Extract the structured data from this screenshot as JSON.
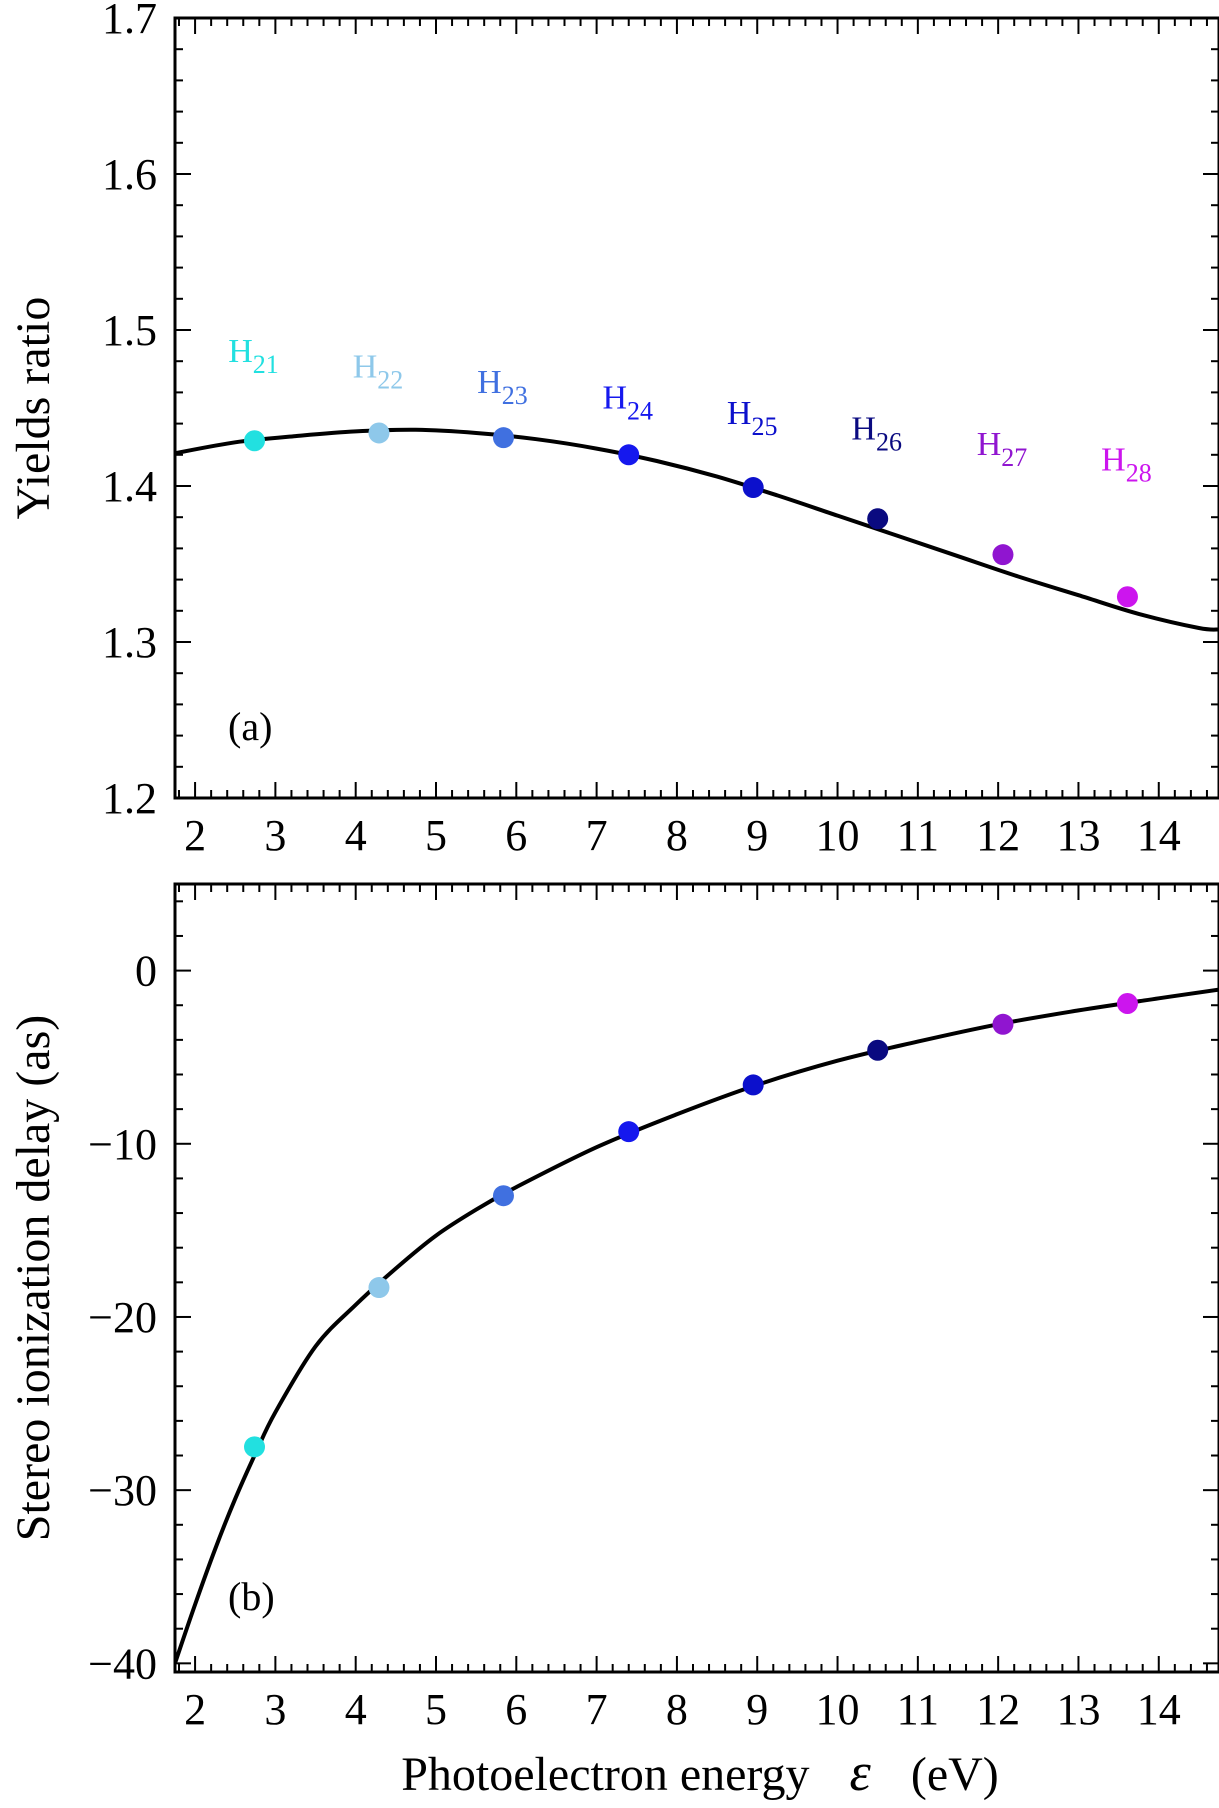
{
  "figure": {
    "xlabel": "Photoelectron energy",
    "xlabel_symbol": "ε",
    "xlabel_unit": "(eV)"
  },
  "chart_data": [
    {
      "type": "scatter",
      "panel": "(a)",
      "ylabel": "Yields ratio",
      "xlim": [
        1.75,
        14.75
      ],
      "ylim": [
        1.2,
        1.7
      ],
      "xticks": [
        2,
        3,
        4,
        5,
        6,
        7,
        8,
        9,
        10,
        11,
        12,
        13,
        14
      ],
      "yticks": [
        1.2,
        1.3,
        1.4,
        1.5,
        1.6,
        1.7
      ],
      "ytick_labels": [
        "1.2",
        "1.3",
        "1.4",
        "1.5",
        "1.6",
        "1.7"
      ],
      "points": [
        {
          "x": 2.74,
          "y": 1.429,
          "color": "#22e0e0",
          "label": "H",
          "sub": "21"
        },
        {
          "x": 4.29,
          "y": 1.434,
          "color": "#8ec8ea",
          "label": "H",
          "sub": "22"
        },
        {
          "x": 5.84,
          "y": 1.431,
          "color": "#4070e0",
          "label": "H",
          "sub": "23"
        },
        {
          "x": 7.4,
          "y": 1.42,
          "color": "#1518ee",
          "label": "H",
          "sub": "24"
        },
        {
          "x": 8.95,
          "y": 1.399,
          "color": "#0c10cc",
          "label": "H",
          "sub": "25"
        },
        {
          "x": 10.5,
          "y": 1.379,
          "color": "#0a0a80",
          "label": "H",
          "sub": "26"
        },
        {
          "x": 12.06,
          "y": 1.356,
          "color": "#9015d0",
          "label": "H",
          "sub": "27"
        },
        {
          "x": 13.61,
          "y": 1.329,
          "color": "#cc15ee",
          "label": "H",
          "sub": "28"
        }
      ],
      "curve": {
        "x": [
          1.75,
          2.5,
          3.25,
          4.0,
          4.75,
          5.5,
          6.25,
          7.0,
          7.75,
          8.5,
          9.25,
          10.0,
          10.75,
          11.5,
          12.25,
          13.0,
          13.75,
          14.5,
          14.75
        ],
        "y": [
          1.421,
          1.428,
          1.432,
          1.435,
          1.436,
          1.434,
          1.43,
          1.424,
          1.416,
          1.406,
          1.394,
          1.381,
          1.368,
          1.355,
          1.342,
          1.33,
          1.318,
          1.309,
          1.308
        ]
      }
    },
    {
      "type": "scatter",
      "panel": "(b)",
      "ylabel": "Stereo ionization delay  (as)",
      "xlim": [
        1.75,
        14.75
      ],
      "ylim": [
        -40.5,
        5.0
      ],
      "xticks": [
        2,
        3,
        4,
        5,
        6,
        7,
        8,
        9,
        10,
        11,
        12,
        13,
        14
      ],
      "yticks": [
        -40,
        -30,
        -20,
        -10,
        0
      ],
      "ytick_labels": [
        "−40",
        "−30",
        "−20",
        "−10",
        "0"
      ],
      "points": [
        {
          "x": 2.74,
          "y": -27.5,
          "color": "#22e0e0"
        },
        {
          "x": 4.29,
          "y": -18.3,
          "color": "#8ec8ea"
        },
        {
          "x": 5.84,
          "y": -13.0,
          "color": "#4070e0"
        },
        {
          "x": 7.4,
          "y": -9.3,
          "color": "#1518ee"
        },
        {
          "x": 8.95,
          "y": -6.6,
          "color": "#0c10cc"
        },
        {
          "x": 10.5,
          "y": -4.6,
          "color": "#0a0a80"
        },
        {
          "x": 12.06,
          "y": -3.1,
          "color": "#9015d0"
        },
        {
          "x": 13.61,
          "y": -1.9,
          "color": "#cc15ee"
        }
      ],
      "curve": {
        "x": [
          1.75,
          2.0,
          2.25,
          2.5,
          2.75,
          3.0,
          3.5,
          4.0,
          4.5,
          5.0,
          5.5,
          6.0,
          7.0,
          8.0,
          9.0,
          10.0,
          11.0,
          12.0,
          13.0,
          14.0,
          14.75
        ],
        "y": [
          -40.0,
          -36.6,
          -33.4,
          -30.5,
          -27.9,
          -25.5,
          -21.7,
          -19.3,
          -17.2,
          -15.3,
          -13.8,
          -12.5,
          -10.2,
          -8.3,
          -6.6,
          -5.2,
          -4.1,
          -3.1,
          -2.3,
          -1.6,
          -1.1
        ]
      }
    }
  ]
}
